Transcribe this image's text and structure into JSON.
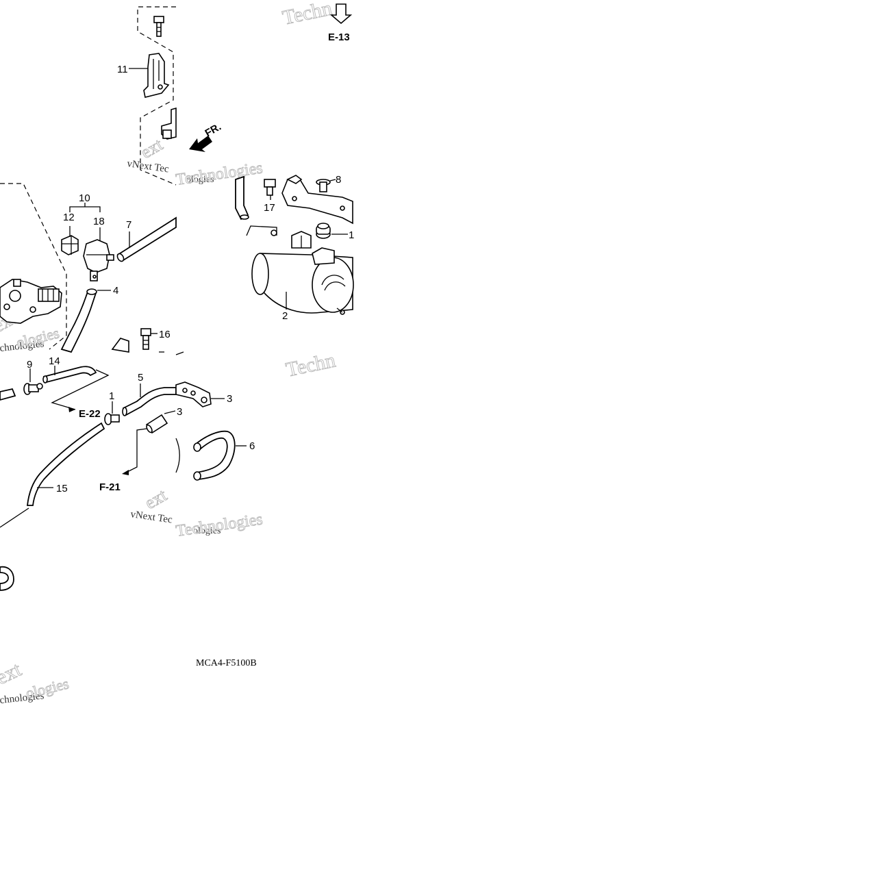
{
  "callouts": {
    "c1a": "1",
    "c1b": "1",
    "c2": "2",
    "c3a": "3",
    "c3b": "3",
    "c4": "4",
    "c5": "5",
    "c6": "6",
    "c7": "7",
    "c8": "8",
    "c9": "9",
    "c10": "10",
    "c11": "11",
    "c12": "12",
    "c14": "14",
    "c15": "15",
    "c16": "16",
    "c17": "17",
    "c18": "18"
  },
  "references": {
    "e13": "E-13",
    "e22": "E-22",
    "f21": "F-21",
    "front": "FR."
  },
  "diagram_code": "MCA4-F5100B",
  "watermarks": {
    "brand_short": "Techn",
    "brand_mid": "vNext Tec",
    "brand_word": "chnologies",
    "brand_word2": "Technologies",
    "brand_next": "ext",
    "brand_ologies": "ologies"
  }
}
